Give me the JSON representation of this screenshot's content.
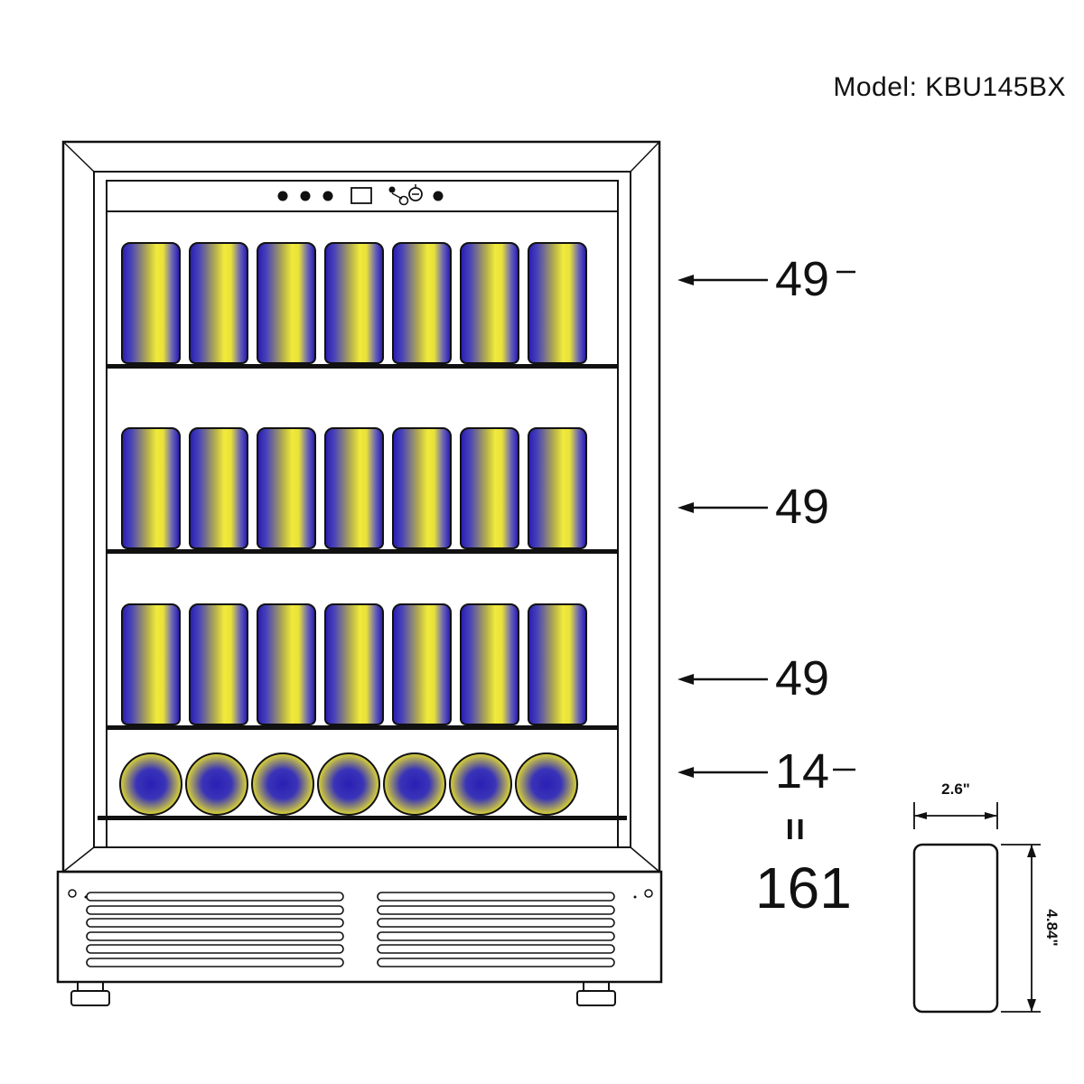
{
  "title": "Model: KBU145BX",
  "annotations": {
    "rows": [
      {
        "label": "49"
      },
      {
        "label": "49"
      },
      {
        "label": "49"
      },
      {
        "label": "14"
      }
    ],
    "equals_symbol": "=",
    "total": "161"
  },
  "can_dimensions": {
    "width_label": "2.6\"",
    "height_label": "4.84\""
  },
  "fridge": {
    "shelf_rows": 3,
    "cans_per_row": 7,
    "lying_cans": 7
  },
  "colors": {
    "line": "#111111",
    "can_blue": "#2a1fb4",
    "can_yellow": "#f0ea3c"
  }
}
